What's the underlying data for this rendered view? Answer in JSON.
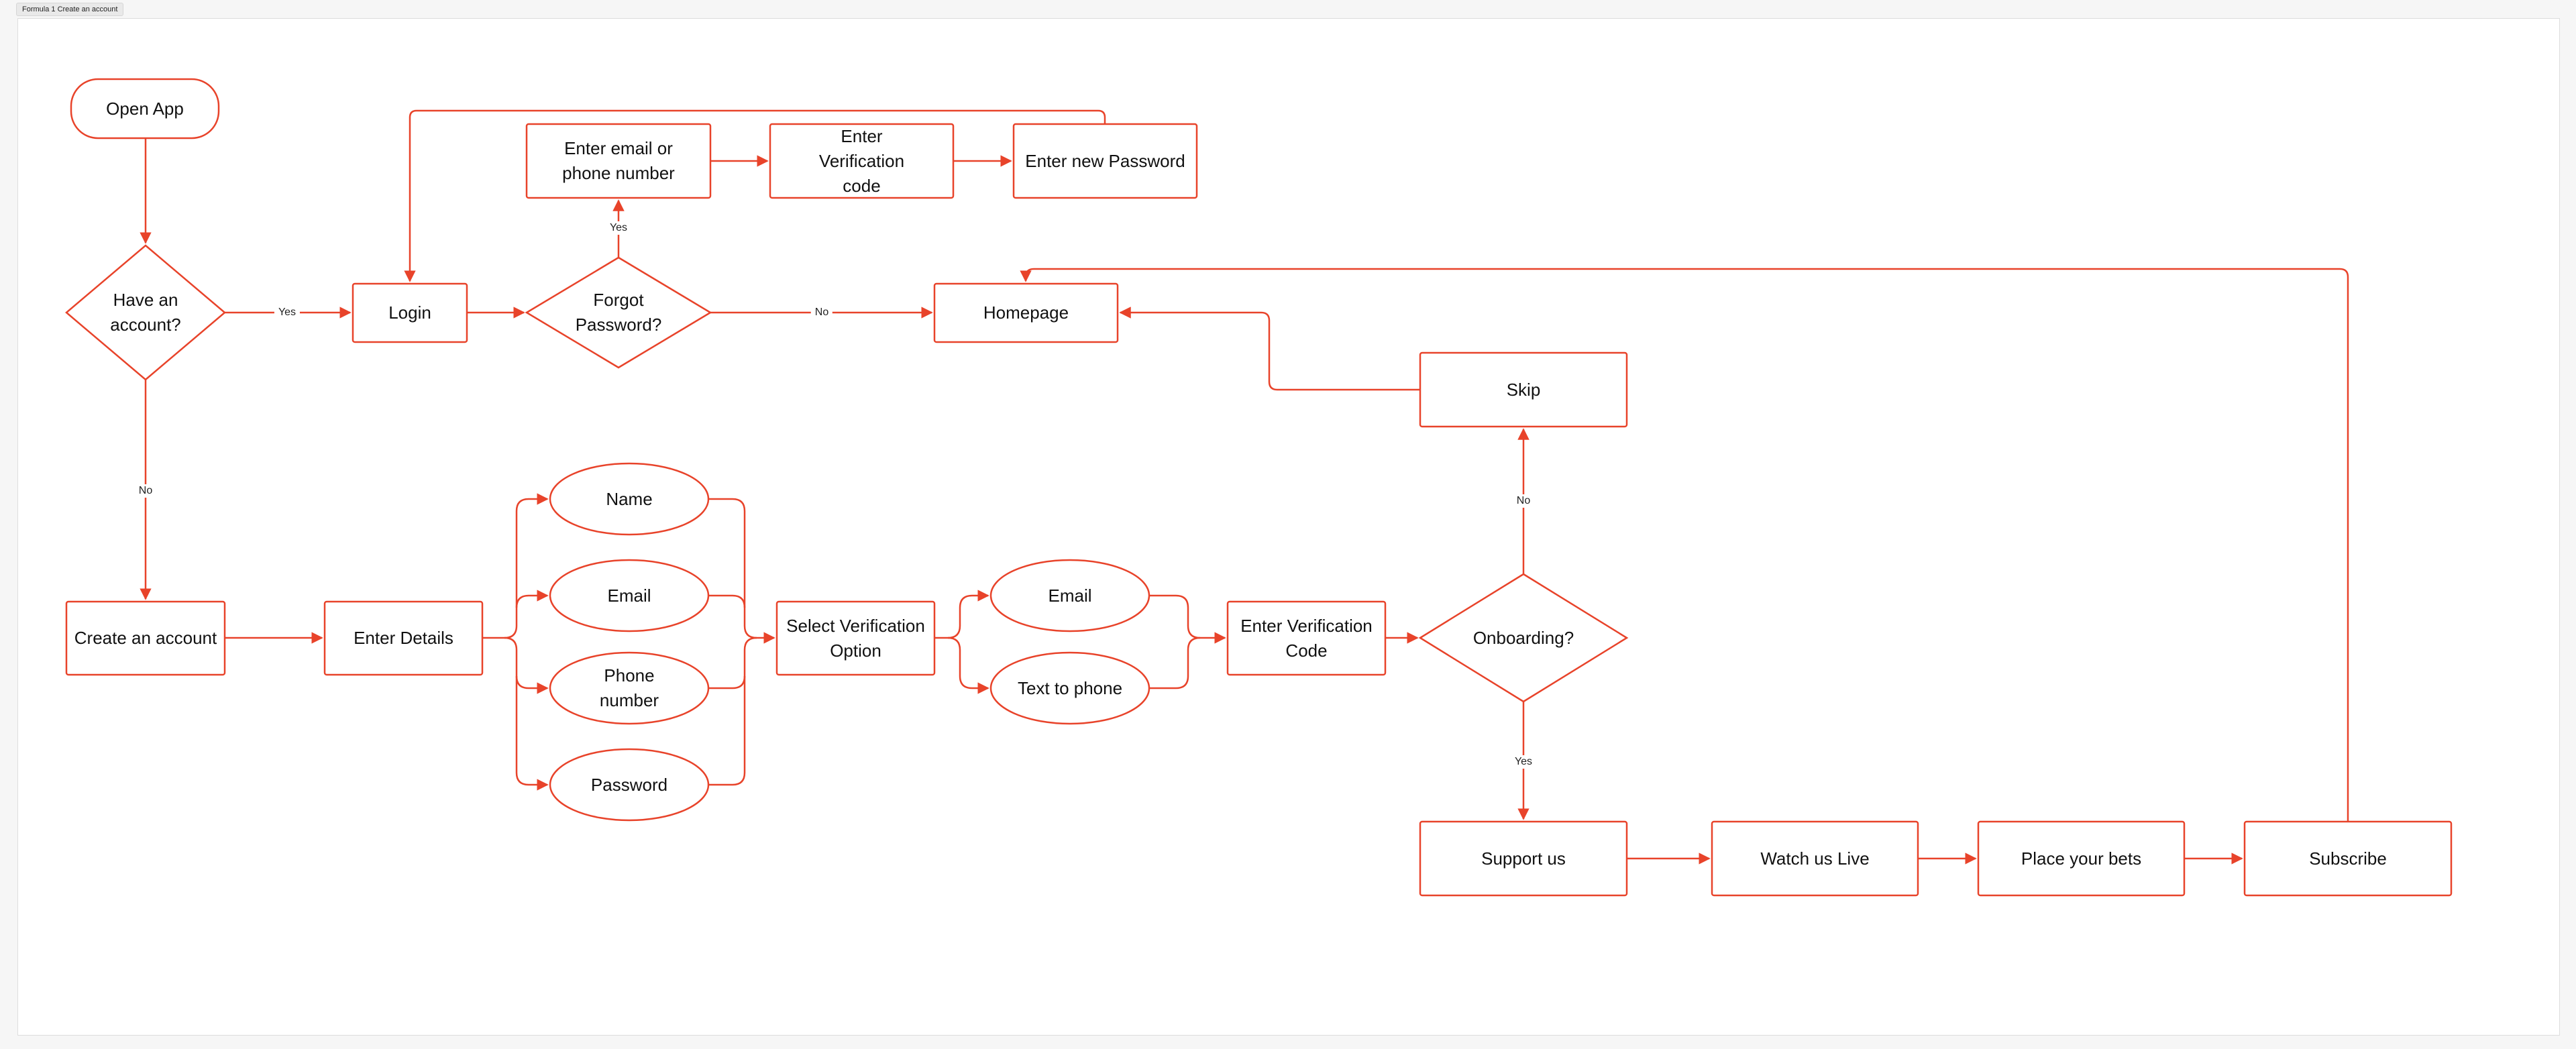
{
  "frame": {
    "title": "Formula 1 Create an account"
  },
  "colors": {
    "stroke": "#e8432a",
    "canvas": "#ffffff",
    "background": "#f6f6f6"
  },
  "nodes": {
    "open_app": "Open App",
    "have_account": "Have an account?",
    "login": "Login",
    "forgot_password": "Forgot Password?",
    "enter_email_phone": "Enter email or phone number",
    "enter_verification_code_login": "Enter Verification code",
    "enter_new_password": "Enter new Password",
    "homepage": "Homepage",
    "skip": "Skip",
    "create_account": "Create an account",
    "enter_details": "Enter Details",
    "name": "Name",
    "email_detail": "Email",
    "phone_number": "Phone number",
    "password": "Password",
    "select_verification": "Select Verification Option",
    "email_option": "Email",
    "text_to_phone": "Text to phone",
    "enter_verification_code_signup": "Enter Verification Code",
    "onboarding": "Onboarding?",
    "support_us": "Support us",
    "watch_live": "Watch us Live",
    "place_bets": "Place your bets",
    "subscribe": "Subscribe"
  },
  "edge_labels": {
    "have_account_yes": "Yes",
    "have_account_no": "No",
    "forgot_yes": "Yes",
    "forgot_no": "No",
    "onboarding_no": "No",
    "onboarding_yes": "Yes"
  }
}
